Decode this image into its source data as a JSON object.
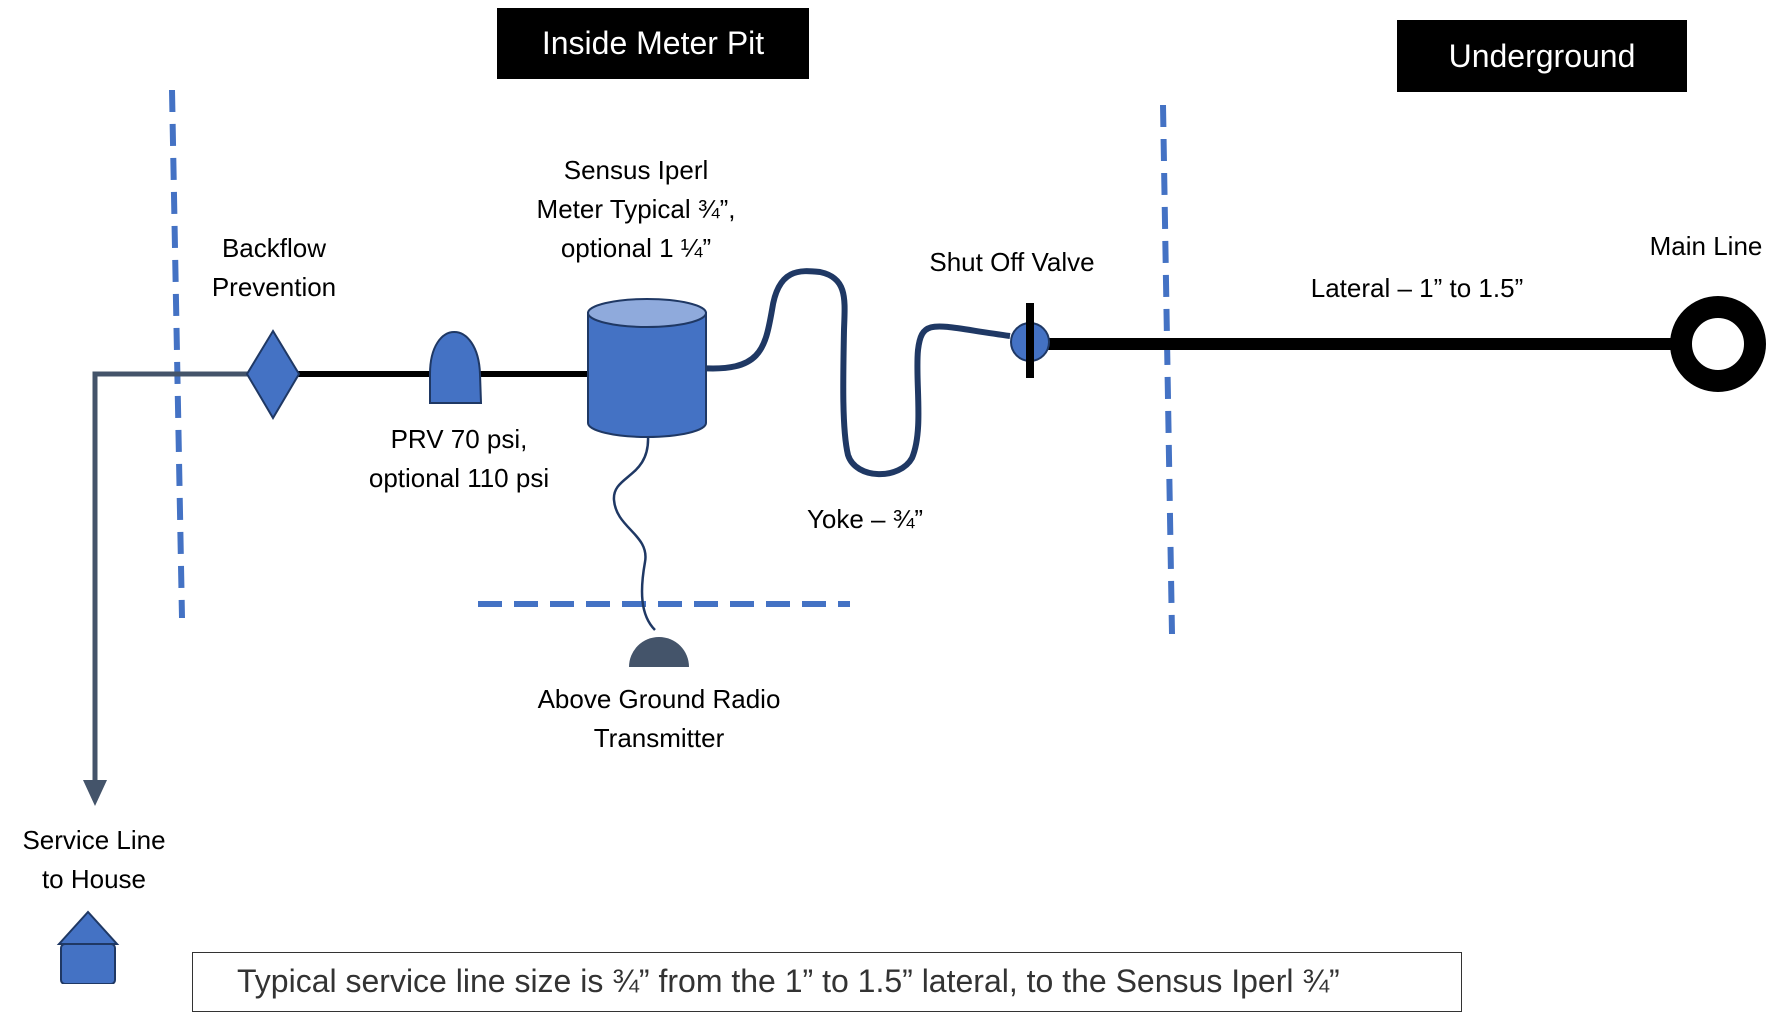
{
  "zones": {
    "inside_meter_pit": "Inside Meter Pit",
    "underground": "Underground"
  },
  "labels": {
    "backflow": "Backflow\nPrevention",
    "meter": "Sensus Iperl\nMeter Typical ¾”,\noptional 1 ¼”",
    "shutoff": "Shut Off Valve",
    "main_line": "Main Line",
    "lateral": "Lateral – 1” to 1.5”",
    "prv": "PRV 70 psi,\noptional 110 psi",
    "yoke": "Yoke – ¾”",
    "radio": "Above Ground Radio\nTransmitter",
    "service_line": "Service Line\nto House"
  },
  "note": "Typical service line size is ¾” from the 1” to 1.5” lateral, to the Sensus Iperl ¾”",
  "colors": {
    "dash_blue": "#4472c4",
    "component_fill": "#4472c4",
    "component_stroke": "#1f3864",
    "meter_top": "#8faadc",
    "yoke_stroke": "#1f3864",
    "service_pipe": "#44546a",
    "radio_fill": "#44546a",
    "pipe": "#000000"
  },
  "icons": {
    "backflow": "diamond-icon",
    "prv": "dome-icon",
    "meter": "cylinder-icon",
    "shutoff": "valve-icon",
    "main_line": "ring-icon",
    "radio": "half-dome-icon",
    "house": "house-icon"
  }
}
